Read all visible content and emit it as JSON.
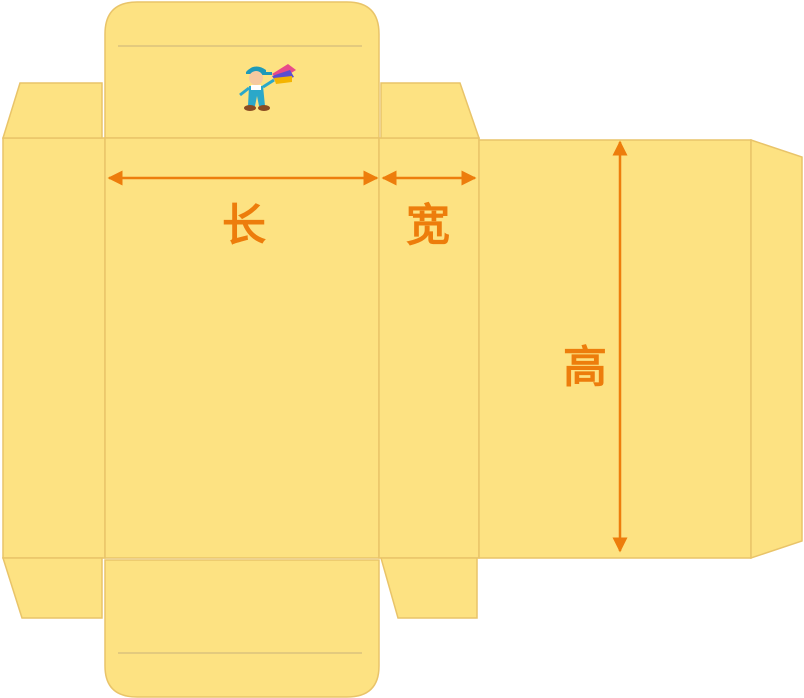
{
  "labels": {
    "length": "长",
    "width": "宽",
    "height": "高"
  },
  "colors": {
    "panel_fill": "#FDE282",
    "fold_line": "#E9C469",
    "dimension_accent": "#ED7D0C"
  },
  "icons": {
    "mascot": "worker-mascot-icon"
  }
}
